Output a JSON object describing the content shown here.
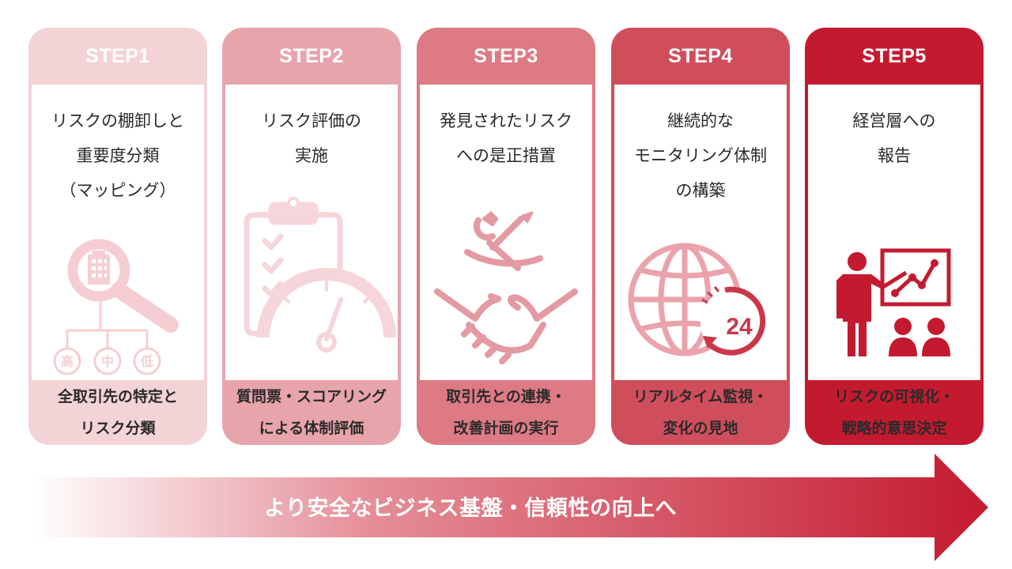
{
  "steps": [
    {
      "label": "STEP1",
      "title": [
        "リスクの棚卸しと",
        "重要度分類",
        "（マッピング）"
      ],
      "footer": [
        "全取引先の特定と",
        "リスク分類"
      ],
      "icon": "magnifier-building-hierarchy-icon",
      "levels": [
        "高",
        "中",
        "低"
      ],
      "color": "#f3d3d6"
    },
    {
      "label": "STEP2",
      "title": [
        "リスク評価の",
        "実施"
      ],
      "footer": [
        "質問票・スコアリング",
        "による体制評価"
      ],
      "icon": "clipboard-gauge-icon",
      "color": "#e8a4ab"
    },
    {
      "label": "STEP3",
      "title": [
        "発見されたリスク",
        "への是正措置"
      ],
      "footer": [
        "取引先との連携・",
        "改善計画の実行"
      ],
      "icon": "handshake-tools-icon",
      "color": "#dd7a83"
    },
    {
      "label": "STEP4",
      "title": [
        "継続的な",
        "モニタリング体制",
        "の構築"
      ],
      "footer": [
        "リアルタイム監視・",
        "変化の見地"
      ],
      "icon": "globe-24h-icon",
      "badge": "24",
      "color": "#d04e5c"
    },
    {
      "label": "STEP5",
      "title": [
        "経営層への",
        "報告"
      ],
      "footer": [
        "リスクの可視化・",
        "戦略的意思決定"
      ],
      "icon": "presenter-chart-audience-icon",
      "color": "#c41a2f"
    }
  ],
  "arrow": {
    "label": "より安全なビジネス基盤・信頼性の向上へ",
    "color_start": "#ffffff",
    "color_end": "#c41a2f"
  }
}
